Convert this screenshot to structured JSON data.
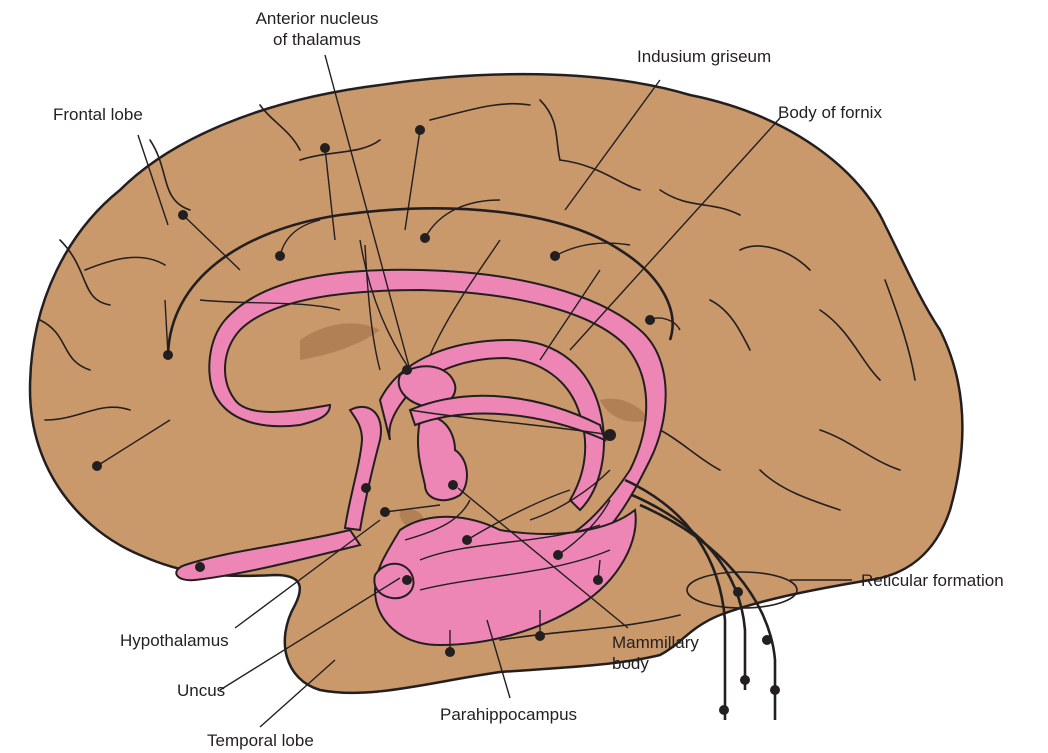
{
  "labels": {
    "anterior_nucleus_line1": "Anterior nucleus",
    "anterior_nucleus_line2": "of thalamus",
    "indusium_griseum": "Indusium griseum",
    "frontal_lobe": "Frontal lobe",
    "body_of_fornix": "Body of fornix",
    "reticular_formation": "Reticular formation",
    "hypothalamus": "Hypothalamus",
    "mammillary_line1": "Mammillary",
    "mammillary_line2": "body",
    "uncus": "Uncus",
    "parahippocampus": "Parahippocampus",
    "temporal_lobe": "Temporal lobe"
  },
  "colors": {
    "cortex": "#c9986b",
    "limbic_structures": "#ee86b5",
    "ink": "#231f20",
    "background": "#ffffff"
  }
}
